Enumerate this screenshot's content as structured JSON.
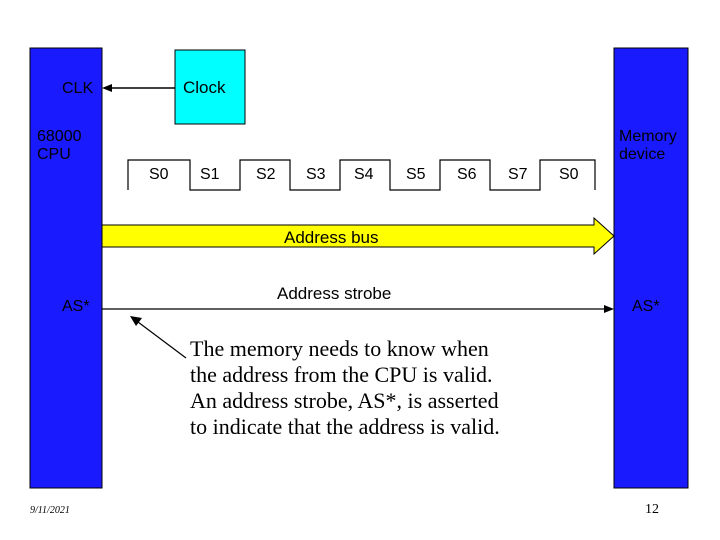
{
  "colors": {
    "block_blue": "#1a1aff",
    "clock_cyan": "#00ffff",
    "bus_yellow": "#ffff00",
    "line_black": "#000000"
  },
  "cpu": {
    "clk_label": "CLK",
    "name_line1": "68000",
    "name_line2": "CPU",
    "as_label": "AS*"
  },
  "clock": {
    "label": "Clock"
  },
  "memory": {
    "name_line1": "Memory",
    "name_line2": "device",
    "as_label": "AS*"
  },
  "timing": {
    "states": [
      "S0",
      "S1",
      "S2",
      "S3",
      "S4",
      "S5",
      "S6",
      "S7",
      "S0"
    ]
  },
  "address_bus": {
    "label": "Address bus"
  },
  "address_strobe": {
    "label": "Address strobe"
  },
  "notes": {
    "lines": [
      "The memory needs to know when",
      "the address from the CPU is valid.",
      "An address strobe, AS*, is asserted",
      "to indicate that the address is valid."
    ]
  },
  "footer": {
    "date": "9/11/2021",
    "page": "12"
  }
}
